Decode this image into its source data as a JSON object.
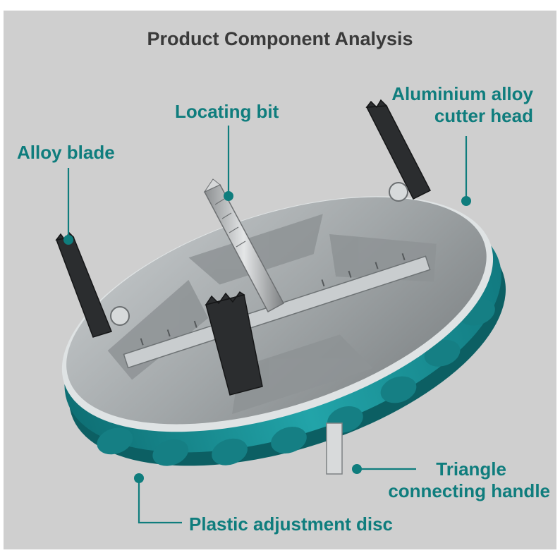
{
  "colors": {
    "background": "#cfcfcf",
    "accent": "#0f7d7d",
    "disc": "#1a9aa0",
    "metal": "#a7acae",
    "title_text": "#3a3a3a"
  },
  "title": "Product Component Analysis",
  "labels": {
    "alloy_blade": "Alloy blade",
    "locating_bit": "Locating bit",
    "cutter_head": [
      "Aluminium alloy",
      "cutter head"
    ],
    "triangle_handle": [
      "Triangle",
      "connecting handle"
    ],
    "adjustment_disc": "Plastic adjustment disc"
  },
  "icons": {
    "product": "hole-saw-cutter-illustration",
    "pointer": "callout-line-with-dot"
  }
}
